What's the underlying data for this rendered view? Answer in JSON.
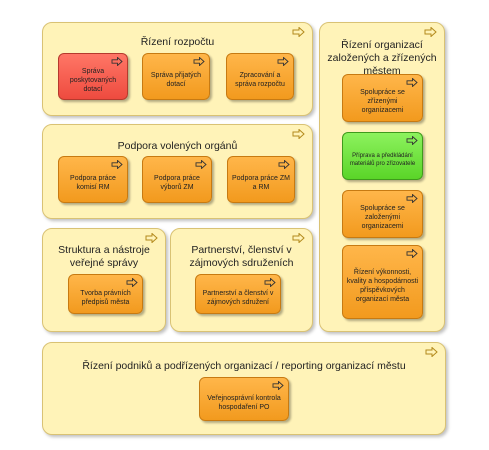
{
  "groups": {
    "budget": {
      "title": "Řízení rozpočtu",
      "boxes": [
        "Správa poskytovaných dotací",
        "Správa přijatých dotací",
        "Zpracování a správa rozpočtu"
      ]
    },
    "orgs": {
      "title": "Řízení organizací založených a zřízených městem",
      "boxes": [
        "Spolupráce se zřízenými organizacemi",
        "Příprava a předkládání materiálů pro zřizovatele",
        "Spolupráce se založenými organizacemi",
        "Řízení výkonnosti, kvality a hospodárnosti příspěvkových organizací města"
      ]
    },
    "bodies": {
      "title": "Podpora volených orgánů",
      "boxes": [
        "Podpora práce komisí RM",
        "Podpora práce výborů ZM",
        "Podpora práce ZM a RM"
      ]
    },
    "structure": {
      "title": "Struktura a nástroje veřejné správy",
      "boxes": [
        "Tvorba právních předpisů města"
      ]
    },
    "partnership": {
      "title": "Partnerství, členství v zájmových sdruženích",
      "boxes": [
        "Partnerství a členství v zájmových sdružení"
      ]
    },
    "enterprises": {
      "title": "Řízení podniků a podřízených organizací / reporting organizací městu",
      "boxes": [
        "Veřejnosprávní kontrola hospodaření PO"
      ]
    }
  },
  "colors": {
    "group_fill": "#fff3b8",
    "box_orange": "#f6a42c",
    "box_red": "#f2594a",
    "box_green": "#74e043"
  },
  "icon_name": "arrow-right-icon"
}
